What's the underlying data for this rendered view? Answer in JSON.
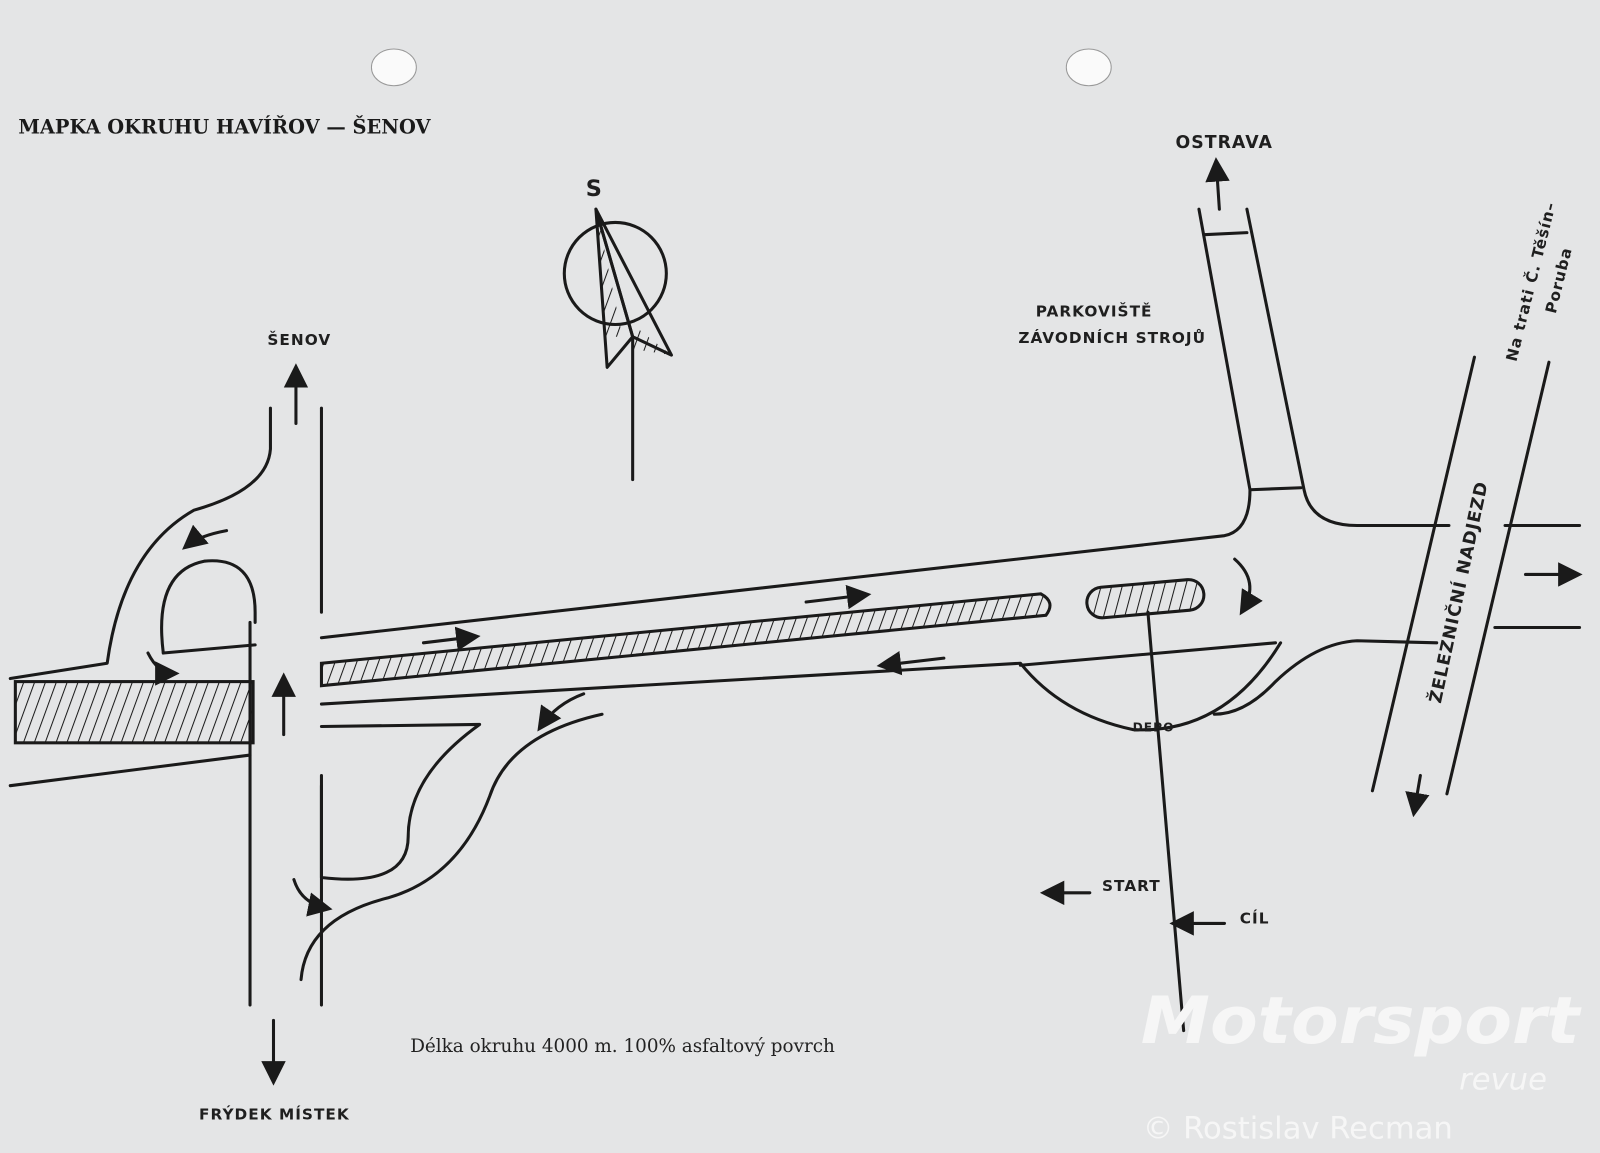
{
  "title": "MAPKA  OKRUHU HAVÍŘOV — ŠENOV",
  "compass": {
    "label": "S"
  },
  "labels": {
    "senov": "ŠENOV",
    "ostrava": "OSTRAVA",
    "parking_line1": "PARKOVIŠTĚ",
    "parking_line2": "ZÁVODNÍCH STROJŮ",
    "rail_line1": "Na trati Č. Těšín–",
    "rail_line2": "Poruba",
    "bridge": "ŽELEZNIČNÍ NADJEZD",
    "depo": "DEPO",
    "start": "START",
    "finish": "CÍL",
    "frydek": "FRÝDEK MÍSTEK"
  },
  "caption": "Délka okruhu 4000 m. 100% asfaltový povrch",
  "watermark": {
    "brand": "Motorsport",
    "sub": "revue",
    "credit": "© Rostislav Recman"
  }
}
